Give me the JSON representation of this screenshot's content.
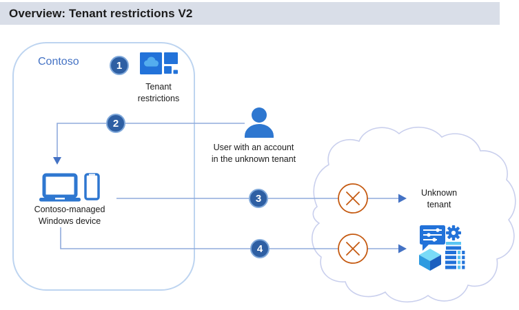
{
  "title": "Overview: Tenant restrictions V2",
  "contoso_label": "Contoso",
  "steps": [
    "1",
    "2",
    "3",
    "4"
  ],
  "labels": {
    "tenant_restrictions": "Tenant\nrestrictions",
    "user": "User with an account\nin the unknown tenant",
    "device": "Contoso-managed\nWindows device",
    "unknown_tenant": "Unknown\ntenant"
  },
  "colors": {
    "titlebar-bg": "#D9DEE8",
    "text-color": "#1B1B1B",
    "box-border": "#BDD4F0",
    "contoso-blue": "#4472C4",
    "line-color": "#8FAADC",
    "arrow-color": "#4472C4",
    "step-fill": "#2E5FA3",
    "step-ring": "#7FA8DA",
    "blocked-color": "#C55A11",
    "cloud-stroke": "#C9CFED",
    "icon-blue": "#2272D9",
    "icon-cyan": "#5BC6F3",
    "icon-cloud": "#54ADEE",
    "device-blue": "#2E77D0"
  }
}
